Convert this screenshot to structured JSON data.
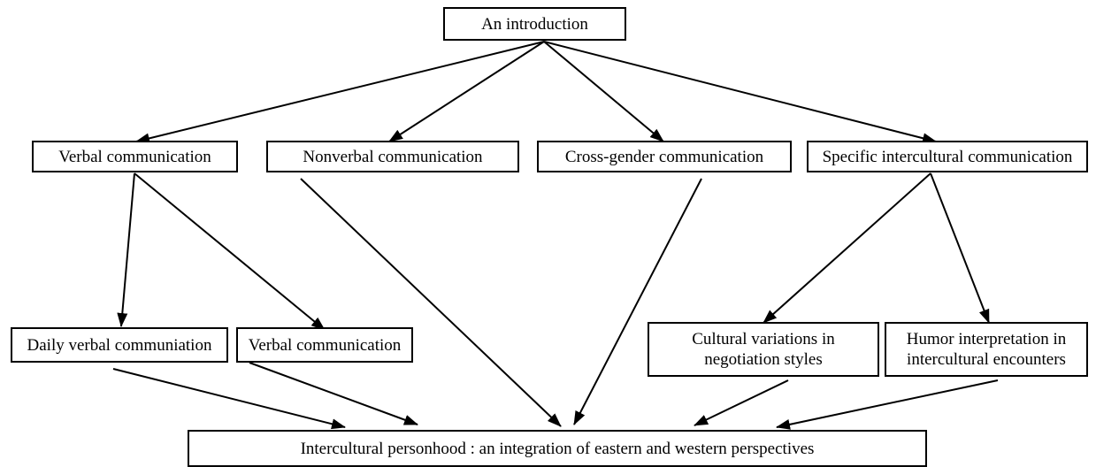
{
  "diagram": {
    "nodes": {
      "intro": "An introduction",
      "verbal": "Verbal communication",
      "nonverbal": "Nonverbal communication",
      "crossgender": "Cross-gender communication",
      "specific": "Specific intercultural communication",
      "daily": "Daily verbal communiation",
      "verbal2": "Verbal communication",
      "cultural_line1": "Cultural variations in",
      "cultural_line2": "negotiation styles",
      "humor_line1": "Humor interpretation in",
      "humor_line2": "intercultural encounters",
      "personhood": "Intercultural personhood : an integration of eastern and western perspectives"
    },
    "edges": [
      {
        "from": "intro",
        "to": "verbal"
      },
      {
        "from": "intro",
        "to": "nonverbal"
      },
      {
        "from": "intro",
        "to": "crossgender"
      },
      {
        "from": "intro",
        "to": "specific"
      },
      {
        "from": "verbal",
        "to": "daily"
      },
      {
        "from": "verbal",
        "to": "verbal2"
      },
      {
        "from": "specific",
        "to": "cultural"
      },
      {
        "from": "specific",
        "to": "humor"
      },
      {
        "from": "daily",
        "to": "personhood"
      },
      {
        "from": "verbal2",
        "to": "personhood"
      },
      {
        "from": "nonverbal",
        "to": "personhood"
      },
      {
        "from": "crossgender",
        "to": "personhood"
      },
      {
        "from": "cultural",
        "to": "personhood"
      },
      {
        "from": "humor",
        "to": "personhood"
      }
    ]
  }
}
